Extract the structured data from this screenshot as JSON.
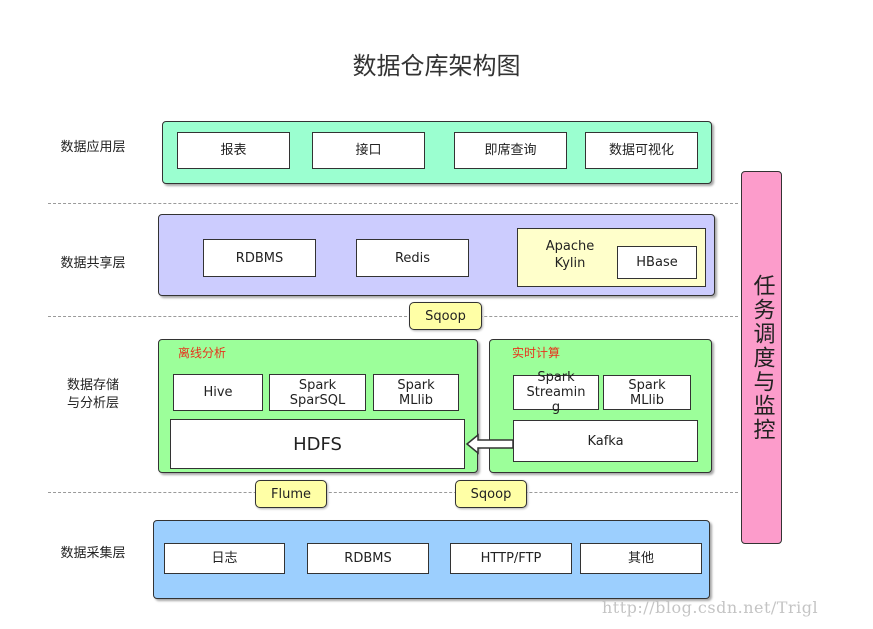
{
  "title": "数据仓库架构图",
  "side_panel": "任务调度与监控",
  "layers": {
    "application": {
      "label": "数据应用层",
      "items": [
        "报表",
        "接口",
        "即席查询",
        "数据可视化"
      ]
    },
    "sharing": {
      "label": "数据共享层",
      "items": [
        "RDBMS",
        "Redis"
      ],
      "kylin_label": "Apache\nKylin",
      "hbase": "HBase"
    },
    "storage": {
      "label": "数据存储\n与分析层",
      "offline": {
        "label": "离线分析",
        "items": [
          "Hive",
          "Spark\nSparSQL",
          "Spark\nMLlib"
        ],
        "hdfs": "HDFS"
      },
      "realtime": {
        "label": "实时计算",
        "items": [
          "Spark\nStreamin\ng",
          "Spark\nMLlib"
        ],
        "kafka": "Kafka"
      }
    },
    "collection": {
      "label": "数据采集层",
      "items": [
        "日志",
        "RDBMS",
        "HTTP/FTP",
        "其他"
      ]
    }
  },
  "connectors": {
    "sqoop_top": "Sqoop",
    "flume": "Flume",
    "sqoop_bottom": "Sqoop"
  },
  "watermark": "http://blog.csdn.net/Trigl",
  "colors": {
    "application_bg": "#9bffd0",
    "sharing_bg": "#ccccfe",
    "kylin_bg": "#ffffcb",
    "storage_bg": "#9cff9a",
    "collection_bg": "#9ccffe",
    "tag_bg": "#ffffa6",
    "side_bg": "#fc9ccb",
    "section_label": "#e8331c"
  }
}
